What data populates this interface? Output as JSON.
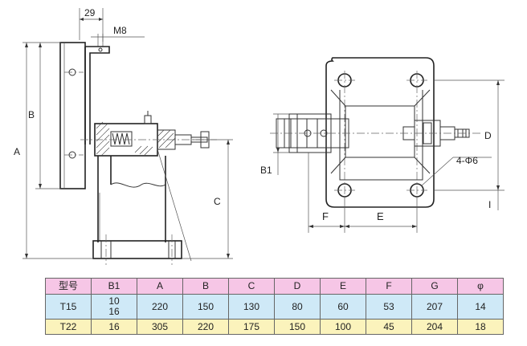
{
  "drawing": {
    "side_view": {
      "dim_29": "29",
      "dim_m8": "M8",
      "dim_a": "A",
      "dim_b": "B",
      "dim_c": "C"
    },
    "front_view": {
      "dim_b1": "B1",
      "dim_d": "D",
      "dim_f": "F",
      "dim_e": "E",
      "dim_i": "I",
      "dim_holes": "4-Φ6"
    }
  },
  "table": {
    "headers": [
      "型号",
      "B1",
      "A",
      "B",
      "C",
      "D",
      "E",
      "F",
      "G",
      "φ"
    ],
    "rows": [
      {
        "model": "T15",
        "b1_top": "10",
        "b1_bottom": "16",
        "a": "220",
        "b": "150",
        "c": "130",
        "d": "80",
        "e": "60",
        "f": "53",
        "g": "207",
        "phi": "14"
      },
      {
        "model": "T22",
        "b1": "16",
        "a": "305",
        "b": "220",
        "c": "175",
        "d": "150",
        "e": "100",
        "f": "45",
        "g": "204",
        "phi": "18"
      }
    ]
  },
  "colors": {
    "header_bg": "#f6c6e6",
    "row1_bg": "#cfe9f7",
    "row2_bg": "#fbf3bc"
  }
}
